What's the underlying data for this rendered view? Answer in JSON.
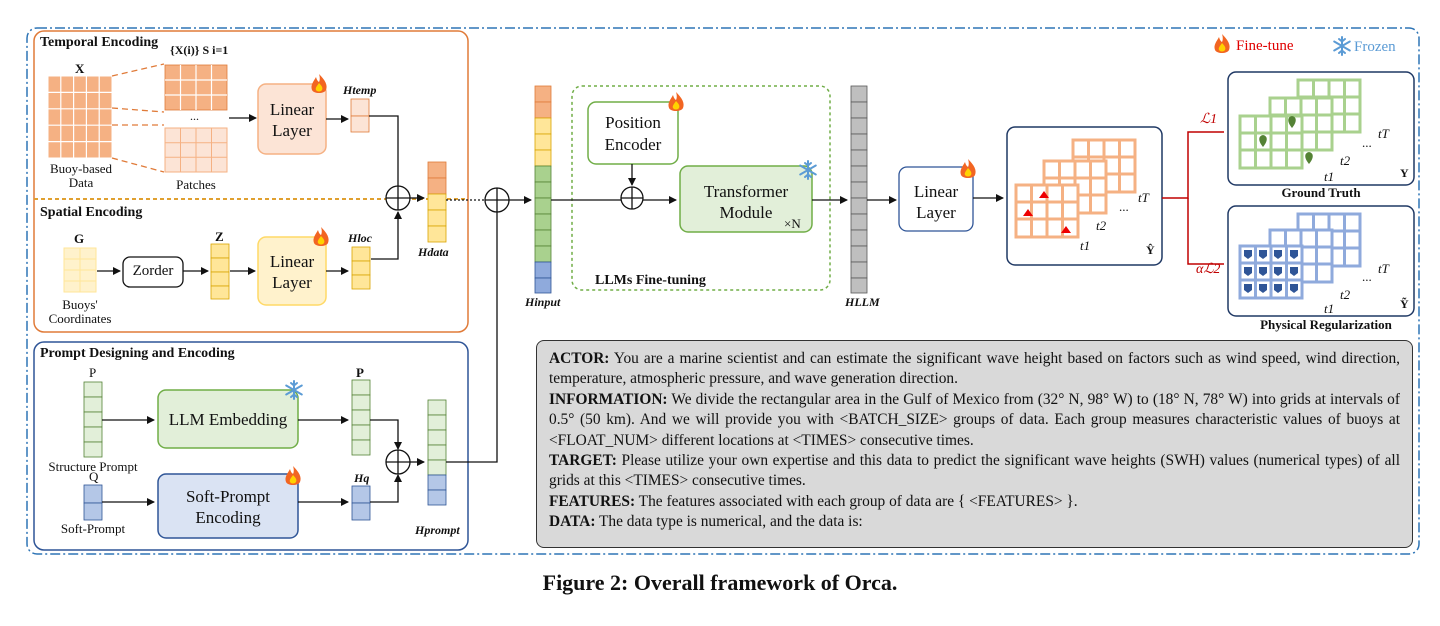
{
  "sections": {
    "temporal": "Temporal Encoding",
    "spatial": "Spatial Encoding",
    "prompt": "Prompt Designing and Encoding",
    "llm_ft": "LLMs Fine-tuning"
  },
  "legend": {
    "finetune": "Fine-tune",
    "frozen": "Frozen"
  },
  "temporal": {
    "x_label": "X",
    "patch_set": "{X(i)} S i=1",
    "buoy_data_line1": "Buoy-based",
    "buoy_data_line2": "Data",
    "patches": "Patches",
    "dots": "...",
    "linear_line1": "Linear",
    "linear_line2": "Layer",
    "h_temp": "Htemp"
  },
  "spatial": {
    "g_label": "G",
    "coords_line1": "Buoys'",
    "coords_line2": "Coordinates",
    "zorder": "Zorder",
    "z_label": "Z",
    "linear_line1": "Linear",
    "linear_line2": "Layer",
    "h_loc": "Hloc",
    "h_data": "Hdata"
  },
  "prompt_enc": {
    "p_label": "P",
    "structure_prompt": "Structure Prompt",
    "q_label": "Q",
    "soft_prompt": "Soft-Prompt",
    "llm_embedding": "LLM Embedding",
    "soft_enc_line1": "Soft-Prompt",
    "soft_enc_line2": "Encoding",
    "p_out": "P",
    "h_q": "Hq",
    "h_prompt": "Hprompt"
  },
  "llm": {
    "h_input": "Hinput",
    "pos_line1": "Position",
    "pos_line2": "Encoder",
    "trans_line1": "Transformer",
    "trans_line2": "Module",
    "times_n": "×N",
    "h_llm": "HLLM"
  },
  "output": {
    "linear_line1": "Linear",
    "linear_line2": "Layer",
    "t_T": "tT",
    "t_2": "t2",
    "t_1": "t1",
    "dots": "...",
    "y_hat": "Ŷ",
    "y": "Y",
    "y_tilde": "Ỹ",
    "loss1": "ℒ1",
    "loss2": "αℒ2",
    "ground_truth": "Ground Truth",
    "phys_reg": "Physical Regularization"
  },
  "prompt_text": {
    "actor_key": "ACTOR:",
    "actor": " You are a marine scientist and can estimate the significant wave height based on factors such as wind speed, wind direction, temperature, atmospheric pressure, and wave generation direction.",
    "info_key": "INFORMATION:",
    "info": " We divide the rectangular area in the Gulf of Mexico from (32° N, 98° W) to (18° N, 78° W) into grids at intervals of 0.5° (50 km). And we will provide you with <BATCH_SIZE> groups of data. Each group measures characteristic values of buoys at <FLOAT_NUM> different locations at <TIMES> consecutive times.",
    "target_key": "TARGET:",
    "target": " Please utilize your own expertise and this data to predict the significant wave heights (SWH) values (numerical types) of all grids at this <TIMES> consecutive times.",
    "features_key": "FEATURES:",
    "features": " The features associated with each group of data are { <FEATURES> }.",
    "data_key": "DATA:",
    "data": " The data type is numerical, and the data is:"
  },
  "caption": "Figure 2: Overall framework of Orca.",
  "colors": {
    "orange": "#f5b183",
    "orange_border": "#e07b39",
    "orange_fill": "#fce4d6",
    "yellow": "#ffe699",
    "yellow_border": "#d9a400",
    "green": "#a9d18e",
    "green_border": "#548235",
    "blue": "#8faadc",
    "blue_border": "#2f5597",
    "frame": "#2e75b6",
    "fire": "#e94e1b",
    "snow": "#5b9bd5"
  }
}
